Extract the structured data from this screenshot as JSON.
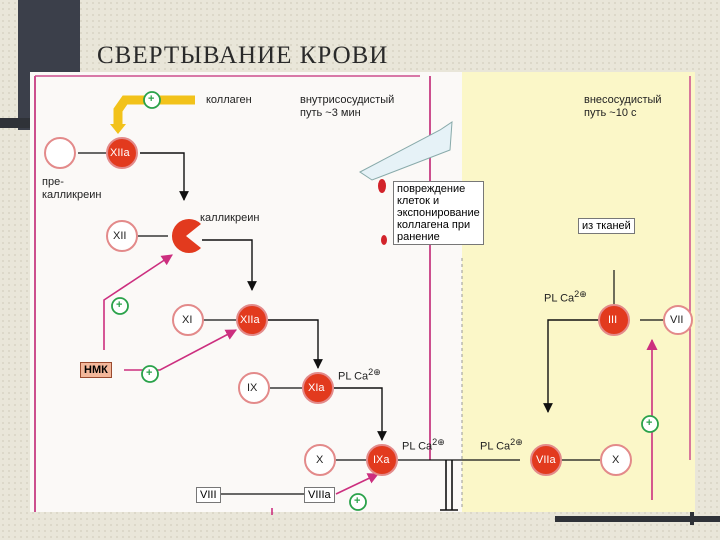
{
  "title": "СВЕРТЫВАНИЕ КРОВИ",
  "diagram": {
    "intrinsic_label": [
      "внутрисосудистый",
      "путь ~3 мин"
    ],
    "extrinsic_label": [
      "внесосудистый",
      "путь ~10 с"
    ],
    "collagen": "коллаген",
    "prekallikrein": [
      "пре-",
      "калликреин"
    ],
    "kallikrein": "калликреин",
    "injury_box": [
      "повреждение",
      "клеток и",
      "экспонирование",
      "коллагена при",
      "ранение"
    ],
    "from_tissues": "из тканей",
    "hmk": "НМК",
    "nodes": {
      "XIIa_top": "XIIa",
      "XII": "XII",
      "XI": "XI",
      "XIIa_mid": "XIIa",
      "IX": "IX",
      "XIa": "XIa",
      "X_left": "X",
      "IXa": "IXa",
      "VIII": "VIII",
      "VIIIa": "VIIIa",
      "VIIa": "VIIa",
      "X_right": "X",
      "III": "III",
      "VII": "VII"
    },
    "cofactor": {
      "pl": "PL",
      "ca": "Ca",
      "sup": "2⊕"
    },
    "plus": "+"
  }
}
